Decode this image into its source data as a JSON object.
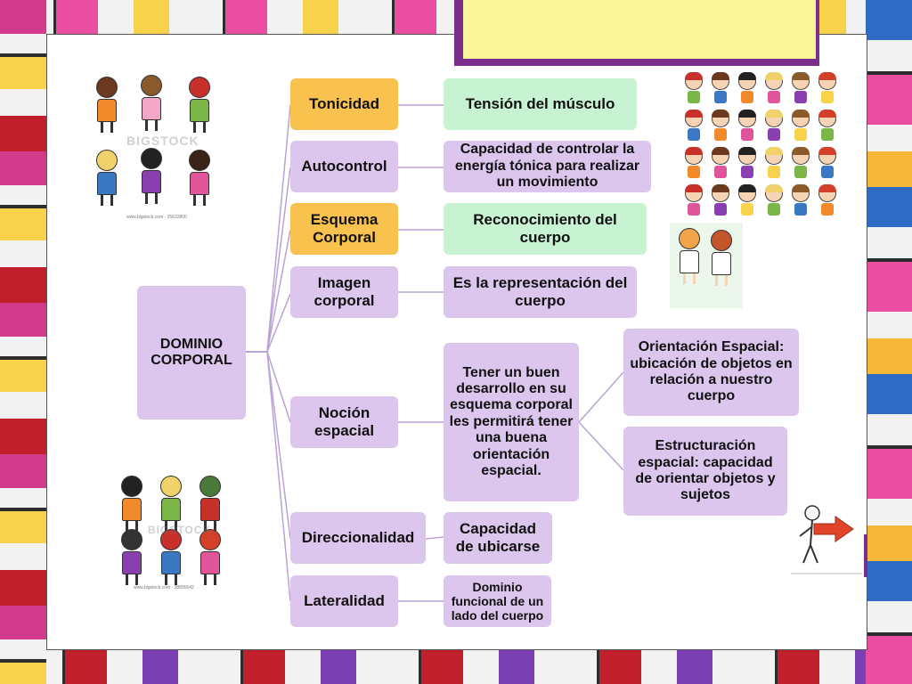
{
  "diagram": {
    "root": {
      "label": "DOMINIO CORPORAL"
    },
    "branches": [
      {
        "label": "Tonicidad",
        "detail": "Tensión del  músculo"
      },
      {
        "label": "Autocontrol",
        "detail": "Capacidad de controlar  la energía tónica para realizar un movimiento"
      },
      {
        "label": "Esquema Corporal",
        "detail": "Reconocimiento del cuerpo"
      },
      {
        "label": "Imagen corporal",
        "detail": "Es la representación del cuerpo"
      },
      {
        "label": "Noción espacial",
        "detail": "Tener un buen desarrollo en su esquema corporal les permitirá  tener una buena orientación espacial."
      },
      {
        "label": "Direccionalidad",
        "detail": "Capacidad de ubicarse"
      },
      {
        "label": "Lateralidad",
        "detail": "Dominio funcional de un lado del cuerpo"
      }
    ],
    "sub_details": [
      {
        "label": "Orientación Espacial: ubicación de objetos en relación a nuestro cuerpo"
      },
      {
        "label": "Estructuración espacial: capacidad de orientar objetos y sujetos"
      }
    ]
  },
  "images": {
    "watermark": "BIGSTOCK",
    "credit_top": "www.bigstock.com · 25632800",
    "credit_bottom": "www.bigstock.com · 38895642"
  },
  "colors": {
    "branch_lavender": "#dcc6ee",
    "branch_gold": "#f9c24f",
    "detail_mint": "#c8f3d2",
    "connector": "#b9a2d6",
    "title_frame": "#7a2f8e",
    "title_fill": "#fbf59a"
  }
}
